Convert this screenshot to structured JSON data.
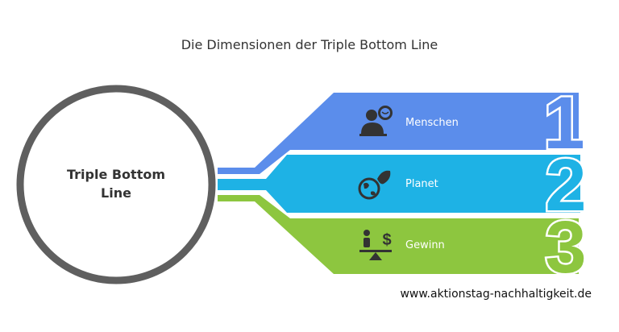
{
  "title": "Die Dimensionen der Triple Bottom Line",
  "center": {
    "label_line1": "Triple Bottom",
    "label_line2": "Line"
  },
  "dimensions": [
    {
      "number": "1",
      "label": "Menschen",
      "icon": "people-icon",
      "color": "#5B8DEB"
    },
    {
      "number": "2",
      "label": "Planet",
      "icon": "globe-leaf-icon",
      "color": "#1EB2E5"
    },
    {
      "number": "3",
      "label": "Gewinn",
      "icon": "balance-money-icon",
      "color": "#8DC63F"
    }
  ],
  "colors": {
    "circle_stroke": "#5F5F5F",
    "icon": "#333333",
    "text": "#333333"
  },
  "footer": "www.aktionstag-nachhaltigkeit.de"
}
